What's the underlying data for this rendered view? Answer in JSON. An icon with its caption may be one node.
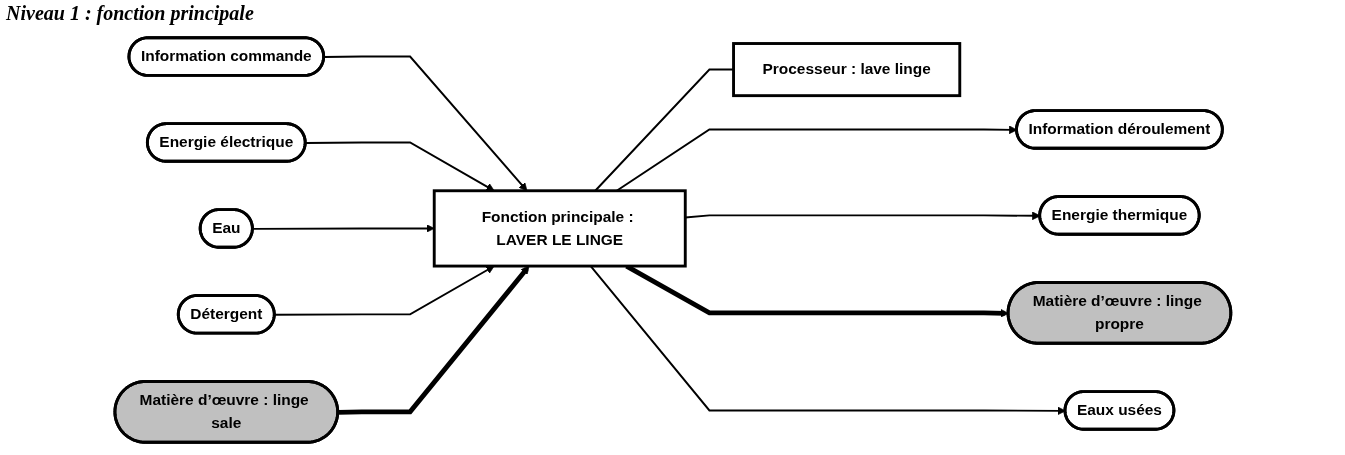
{
  "diagram": {
    "title": "Niveau 1 : fonction principale",
    "nodes": [
      {
        "text": [
          "Information commande"
        ]
      },
      {
        "text": [
          "Energie électrique"
        ]
      },
      {
        "text": [
          "Eau"
        ]
      },
      {
        "text": [
          "Détergent"
        ]
      },
      {
        "text": [
          "Matière d’œuvre : linge sale"
        ]
      },
      {
        "text": [
          "Fonction principale : LAVER LE LINGE"
        ]
      },
      {
        "text": [
          "Information déroulement"
        ]
      },
      {
        "text": [
          "Energie thermique"
        ]
      },
      {
        "text": [
          "Matière d’œuvre : linge propre"
        ]
      },
      {
        "text": [
          "Eaux usées"
        ]
      },
      {
        "text": [
          "Processeur : lave linge"
        ]
      }
    ],
    "edges": [
      {
        "from": 0,
        "to": 5,
        "arrow": "to"
      },
      {
        "from": 1,
        "to": 5,
        "arrow": "to"
      },
      {
        "from": 2,
        "to": 5,
        "arrow": "to"
      },
      {
        "from": 3,
        "to": 5,
        "arrow": "to"
      },
      {
        "from": 4,
        "to": 5,
        "arrow": "to",
        "style": "thick"
      },
      {
        "from": 5,
        "to": 6,
        "arrow": "to"
      },
      {
        "from": 5,
        "to": 7,
        "arrow": "to"
      },
      {
        "from": 5,
        "to": 8,
        "arrow": "to",
        "style": "thick"
      },
      {
        "from": 5,
        "to": 9,
        "arrow": "to"
      },
      {
        "from": 5,
        "to": 10,
        "arrow": "none"
      }
    ]
  }
}
